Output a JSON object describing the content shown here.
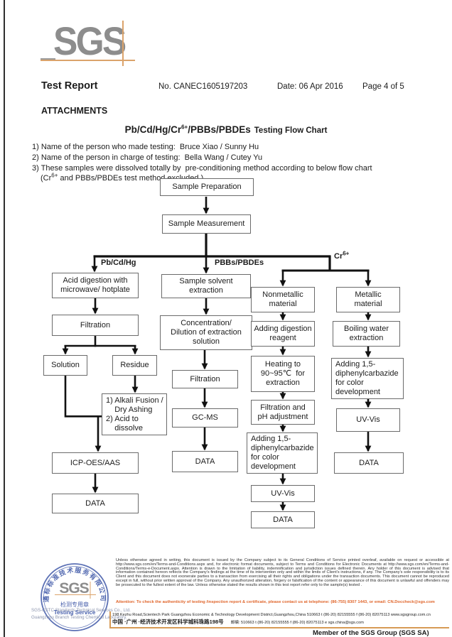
{
  "header": {
    "logo_text": "SGS",
    "title": "Test Report",
    "report_no": "No. CANEC1605197203",
    "date": "Date: 06 Apr 2016",
    "page": "Page 4 of 5"
  },
  "attachments": {
    "heading": "ATTACHMENTS",
    "flow_title": {
      "main_prefix": "Pb/Cd/Hg/Cr",
      "sup": "6+",
      "main_suffix": "/PBBs/PBDEs",
      "rest": "Testing Flow Chart"
    },
    "notes": [
      "1) Name of the person who made testing:  Bruce Xiao / Sunny Hu",
      "2) Name of the person in charge of testing:  Bella Wang / Cutey Yu",
      "3) These samples were dissolved totally by  pre-conditioning method according to below flow chart"
    ],
    "note3_cont": {
      "prefix": "(Cr",
      "sup": "6+",
      "suffix": " and PBBs/PBDEs test method excluded )."
    }
  },
  "flowchart": {
    "branch_labels": {
      "left": "Pb/Cd/Hg",
      "middle": "PBBs/PBDEs",
      "right_prefix": "Cr",
      "right_sup": "6+"
    },
    "nodes": {
      "sample_preparation": "Sample Preparation",
      "sample_measurement": "Sample Measurement",
      "acid_digestion": "Acid digestion with\nmicrowave/ hotplate",
      "filtration_left": "Filtration",
      "solution": "Solution",
      "residue": "Residue",
      "alkali_fusion": "1) Alkali Fusion /\n    Dry Ashing\n2) Acid to\n    dissolve",
      "icp_oes_aas": "ICP-OES/AAS",
      "data_left": "DATA",
      "solvent_extraction": "Sample solvent\nextraction",
      "concentration_dilution": "Concentration/\nDilution of extraction\nsolution",
      "filtration_mid": "Filtration",
      "gc_ms": "GC-MS",
      "data_mid": "DATA",
      "nonmetallic_material": "Nonmetallic\nmaterial",
      "adding_digestion_reagent": "Adding digestion\nreagent",
      "heating": "Heating to\n90~95℃  for\nextraction",
      "filtration_ph": "Filtration and\npH adjustment",
      "adding_dpc_nonmetallic": "Adding 1,5-\ndiphenylcarbazide\nfor color\ndevelopment",
      "uv_vis_nonmetallic": "UV-Vis",
      "data_nonmetallic": "DATA",
      "metallic_material": "Metallic\nmaterial",
      "boiling_water": "Boiling water\nextraction",
      "adding_dpc_metallic": "Adding 1,5-\ndiphenylcarbazide\nfor color\ndevelopment",
      "uv_vis_metallic": "UV-Vis",
      "data_metallic": "DATA"
    }
  },
  "footer": {
    "disclaimer": "Unless otherwise agreed in writing, this document is issued by the Company subject to its General Conditions of Service printed overleaf, available on request or accessible at http://www.sgs.com/en/Terms-and-Conditions.aspx and, for electronic format documents, subject to Terms and Conditions for Electronic Documents at http://www.sgs.com/en/Terms-and-Conditions/Terms-e-Document.aspx. Attention is drawn to the limitation of liability, indemnification and jurisdiction issues defined therein. Any holder of this document is advised that information contained hereon reflects the Company's findings at the time of its intervention only and within the limits of Client's instructions, if any. The Company's sole responsibility is to its Client and this document does not exonerate parties to a transaction from exercising all their rights and obligations under the transaction documents. This document cannot be reproduced except in full, without prior written approval of the Company. Any unauthorized alteration, forgery or falsification of the content or appearance of this document is unlawful and offenders may be prosecuted to the fullest extent of the law. Unless otherwise stated the results shown in this test report refer only to the sample(s) tested .",
    "attention": "Attention: To check the authenticity of testing /inspection report & certificate, please contact us at telephone: (86-755) 8307 1443, or email: CN.Doccheck@sgs.com",
    "address_en": "198 Kezhu Road,Scientech Park Guangzhou Economic & Technology Development District,Guangzhou,China 510663    t (86-20) 82155555    f (86-20) 82075113    www.sgsgroup.com.cn",
    "address_cn": "中国 ·广州 ·经济技术开发区科学城科珠路198号",
    "address_cn_rest": "邮编: 510663    t (86-20) 82155555    f (86-20) 82075113    e  sgs.china@sgs.com",
    "member": "Member of the SGS Group (SGS SA)",
    "stamp": {
      "arc_text": "通标标准技术服务有限公司",
      "sgs": "SGS",
      "line1": "检测专用章",
      "line2": "Testing Service"
    },
    "company_line1": "SGS-CSTC Standards Technical Services Co., Ltd.",
    "company_line2": "Guangzhou Branch Testing Chemical Laboratory."
  },
  "colors": {
    "accent_orange": "#DBA36B",
    "attention_orange": "#E0662C",
    "stamp_blue": "#3F58A8",
    "logo_gray": "#8D8D8D",
    "box_border_gray": "#6B6B6B",
    "line_black": "#111111"
  }
}
